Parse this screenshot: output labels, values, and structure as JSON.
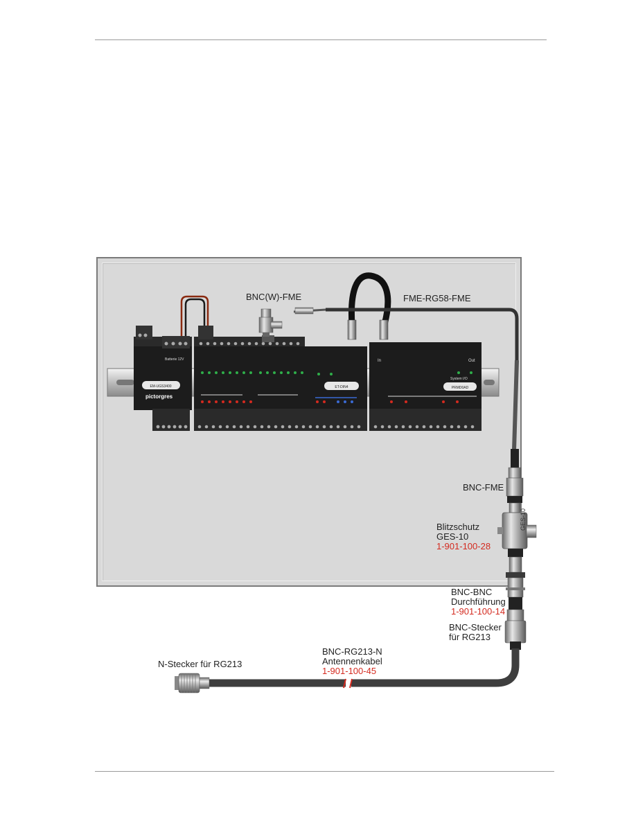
{
  "labels": {
    "bnc_w_fme": "BNC(W)-FME",
    "fme_rg58_fme": "FME-RG58-FME",
    "bnc_fme": "BNC-FME",
    "blitzschutz": "Blitzschutz",
    "ges10": "GES-10",
    "ges10_part": "1-901-100-28",
    "bnc_bnc": "BNC-BNC",
    "durchfuehrung": "Durchführung",
    "durchfuehrung_part": "1-901-100-14",
    "bnc_stecker": "BNC-Stecker",
    "fuer_rg213": "für RG213",
    "bnc_rg213_n": "BNC-RG213-N",
    "antennenkabel": "Antennenkabel",
    "antennenkabel_part": "1-901-100-45",
    "n_stecker": "N-Stecker für RG213"
  },
  "devices": {
    "module1": {
      "logo": "pictorgres",
      "tag": "EM-UGS3400",
      "terminal": "Batterie  12V"
    },
    "module2": {
      "tag": "ET-DIN4"
    },
    "module3": {
      "tag": "PRMD0AD",
      "in": "In",
      "out": "Out",
      "status": "System   I/O"
    }
  },
  "colors": {
    "part_number": "#d42a1f",
    "cable": "#4a4a4a",
    "module": "#1c1c1c"
  }
}
